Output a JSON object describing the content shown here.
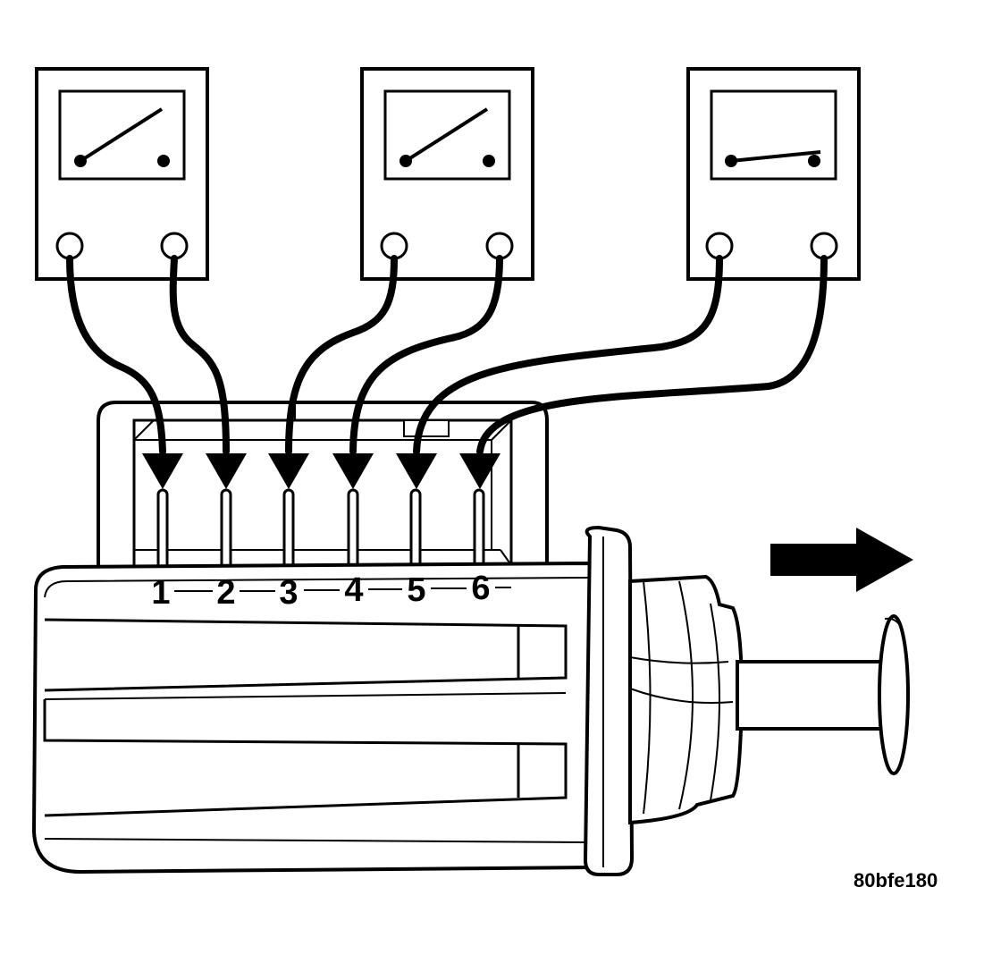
{
  "pins": [
    {
      "label": "1"
    },
    {
      "label": "2"
    },
    {
      "label": "3"
    },
    {
      "label": "4"
    },
    {
      "label": "5"
    },
    {
      "label": "6"
    }
  ],
  "meters": [
    {
      "state": "open"
    },
    {
      "state": "open"
    },
    {
      "state": "closed"
    }
  ],
  "figure_id": "80bfe180",
  "colors": {
    "ink": "#000000",
    "paper": "#ffffff"
  }
}
